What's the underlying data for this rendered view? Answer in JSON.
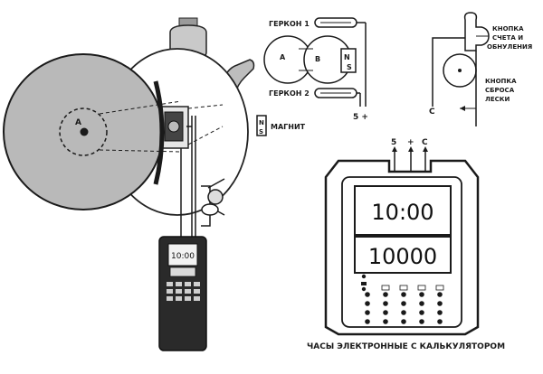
{
  "labels": {
    "gerkon1": "ГЕРКОН 1",
    "gerkon2": "ГЕРКОН 2",
    "magnet": "МАГНИТ",
    "magnet_n": "N",
    "magnet_s": "S",
    "a_left": "A",
    "a_right": "A",
    "b": "B",
    "plus": "5 +",
    "c_term": "C",
    "button_count_1": "КНОПКА",
    "button_count_2": "СЧЕТА И",
    "button_count_3": "ОБНУЛЕНИЯ",
    "button_reset_1": "КНОПКА",
    "button_reset_2": "СБРОСА",
    "button_reset_3": "ЛЕСКИ",
    "pins": [
      "5",
      "+",
      "C"
    ],
    "time_big": "10:00",
    "count_big": "10000",
    "time_small": "10:00",
    "caption": "ЧАСЫ ЭЛЕКТРОННЫЕ С КАЛЬКУЛЯТОРОМ"
  },
  "colors": {
    "ink": "#1a1a1a",
    "reel": "#b9b9b9",
    "paper": "#ffffff",
    "body": "#2a2a2a"
  }
}
